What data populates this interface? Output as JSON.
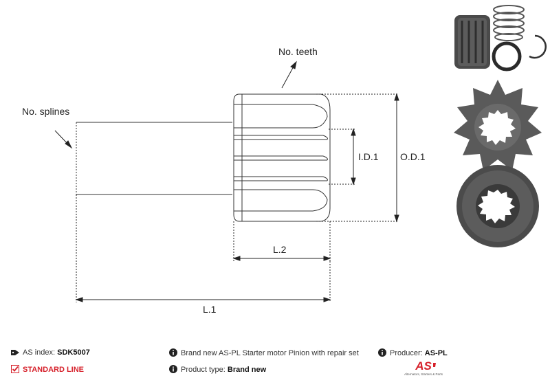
{
  "drawing": {
    "labels": {
      "teeth": "No. teeth",
      "splines": "No. splines",
      "id1": "I.D.1",
      "od1": "O.D.1",
      "l2": "L.2",
      "l1": "L.1"
    }
  },
  "footer": {
    "as_index_label": "AS index:",
    "as_index_value": "SDK5007",
    "line_label": "STANDARD LINE",
    "description": "Brand new AS-PL Starter motor Pinion with repair set",
    "product_type_label": "Product type:",
    "product_type_value": "Brand new",
    "producer_label": "Producer:",
    "producer_value": "AS-PL"
  },
  "logo": {
    "mark": "AS",
    "tagline": "Alternators, Starters & Parts",
    "accent": "#d6202a"
  }
}
